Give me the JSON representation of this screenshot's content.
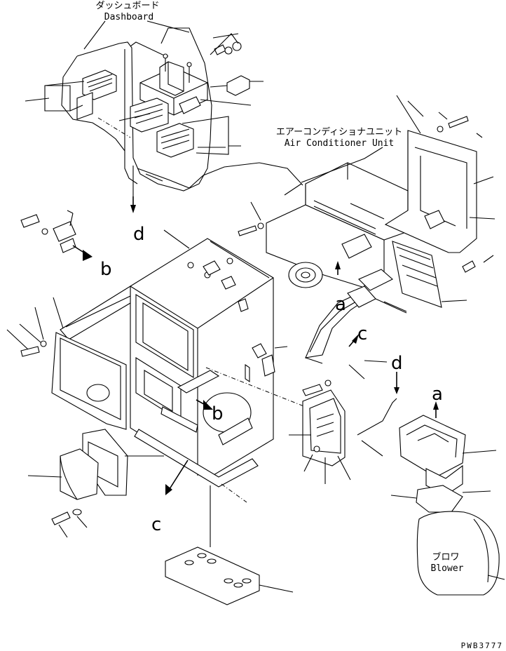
{
  "labels": {
    "dashboard_jp": "ダッシュボード",
    "dashboard_en": "Dashboard",
    "ac_unit_jp": "エアーコンディショナユニット",
    "ac_unit_en": "Air Conditioner Unit",
    "blower_jp": "ブロワ",
    "blower_en": "Blower",
    "drawing_number": "PWB3777"
  },
  "reference_letters": {
    "a_top": "a",
    "a_right": "a",
    "b_left": "b",
    "b_center": "b",
    "c_upper": "c",
    "c_lower": "c",
    "d_left": "d",
    "d_right": "d"
  }
}
